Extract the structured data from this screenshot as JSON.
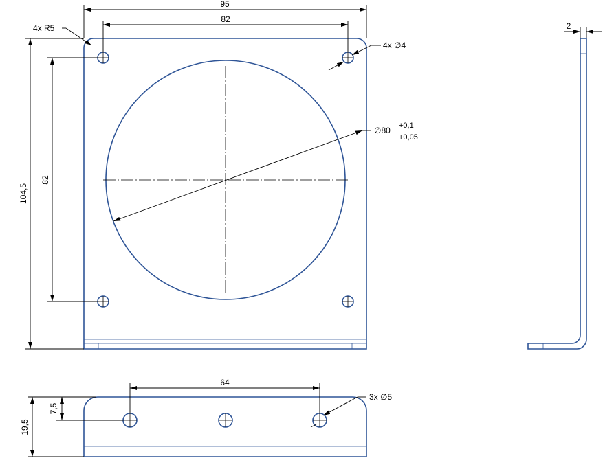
{
  "colors": {
    "part_line": "#2f5597",
    "dimension_line": "#000000",
    "background": "#ffffff"
  },
  "dimensions": {
    "overall_width": "95",
    "hole_spacing_horizontal": "82",
    "overall_height": "104,5",
    "hole_spacing_vertical": "82",
    "corner_radius": "4x  R5",
    "corner_hole_diameter": "4x  ∅4",
    "center_hole_diameter": "∅80",
    "center_hole_tol_upper": "+0,1",
    "center_hole_tol_lower": "+0,05",
    "thickness": "2",
    "flange_hole_spacing": "64",
    "flange_hole_diameter": "3x  ∅5",
    "flange_height": "19,5",
    "flange_hole_offset": "7,5"
  }
}
